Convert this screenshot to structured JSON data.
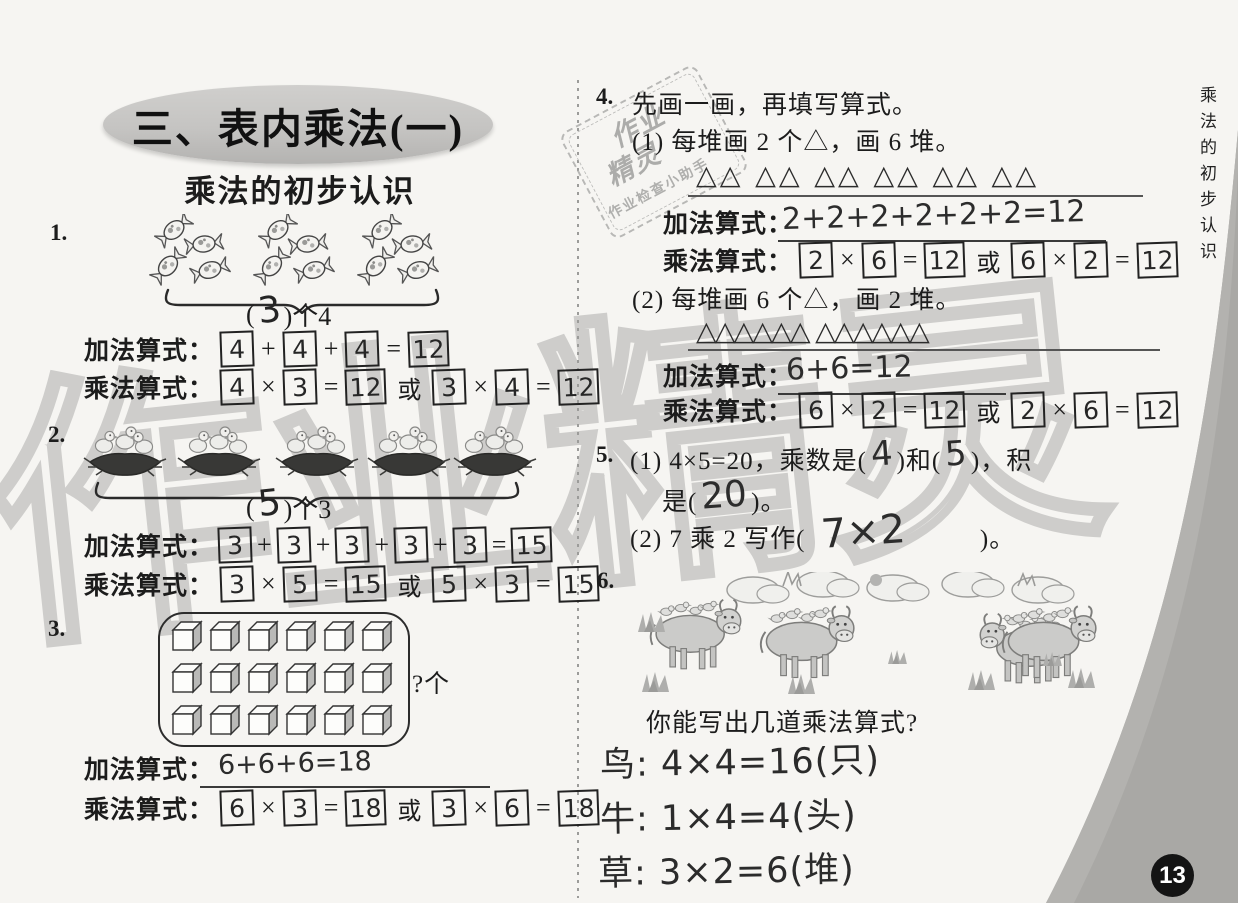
{
  "page": {
    "number": "13",
    "margin_title": "乘法的初步认识"
  },
  "header": {
    "chapter": "三、表内乘法(一)",
    "section": "乘法的初步认识"
  },
  "watermark": {
    "big": "作业精灵",
    "stamp_top": "作业",
    "stamp_mid": "精灵",
    "stamp_bottom": "作业检查小助手"
  },
  "labels": {
    "add": "加法算式：",
    "mul": "乘法算式："
  },
  "p1": {
    "num": "1.",
    "brace_open": "(",
    "brace_val": "3",
    "brace_close": ")个4",
    "add": [
      "4",
      "+",
      "4",
      "+",
      "4",
      "=",
      "12"
    ],
    "mul": [
      "4",
      "×",
      "3",
      "=",
      "12",
      "或",
      "3",
      "×",
      "4",
      "=",
      "12"
    ]
  },
  "p2": {
    "num": "2.",
    "brace_open": "(",
    "brace_val": "5",
    "brace_close": ")个3",
    "add": [
      "3",
      "+",
      "3",
      "+",
      "3",
      "+",
      "3",
      "+",
      "3",
      "=",
      "15"
    ],
    "mul": [
      "3",
      "×",
      "5",
      "=",
      "15",
      "或",
      "5",
      "×",
      "3",
      "=",
      "15"
    ]
  },
  "p3": {
    "num": "3.",
    "count_label": "?个",
    "add_hw": "6+6+6=18",
    "mul": [
      "6",
      "×",
      "3",
      "=",
      "18",
      "或",
      "3",
      "×",
      "6",
      "=",
      "18"
    ]
  },
  "p4": {
    "num": "4.",
    "intro": "先画一画，再填写算式。",
    "sub1": "(1) 每堆画 2 个△，画 6 堆。",
    "tri1": "△△ △△ △△ △△ △△ △△",
    "add1_hw": "2+2+2+2+2+2=12",
    "mul1": [
      "2",
      "×",
      "6",
      "=",
      "12",
      "或",
      "6",
      "×",
      "2",
      "=",
      "12"
    ],
    "sub2": "(2) 每堆画 6 个△，画 2 堆。",
    "tri2": "△△△△△△  △△△△△△",
    "add2_hw": "6+6=12",
    "mul2": [
      "6",
      "×",
      "2",
      "=",
      "12",
      "或",
      "2",
      "×",
      "6",
      "=",
      "12"
    ]
  },
  "p5": {
    "num": "5.",
    "l1a": "(1) 4×5=20，乘数是(",
    "hw1": "4",
    "l1b": ")和(",
    "hw2": "5",
    "l1c": ")，积",
    "l2a": "是(",
    "hw3": "20",
    "l2b": ")。",
    "l3a": "(2) 7 乘 2 写作(",
    "hw4": "7×2",
    "l3b": ")。"
  },
  "p6": {
    "num": "6.",
    "prompt": "你能写出几道乘法算式?",
    "ans1": "鸟: 4×4=16(只)",
    "ans2": "牛: 1×4=4(头)",
    "ans3": "草: 3×2=6(堆)"
  }
}
